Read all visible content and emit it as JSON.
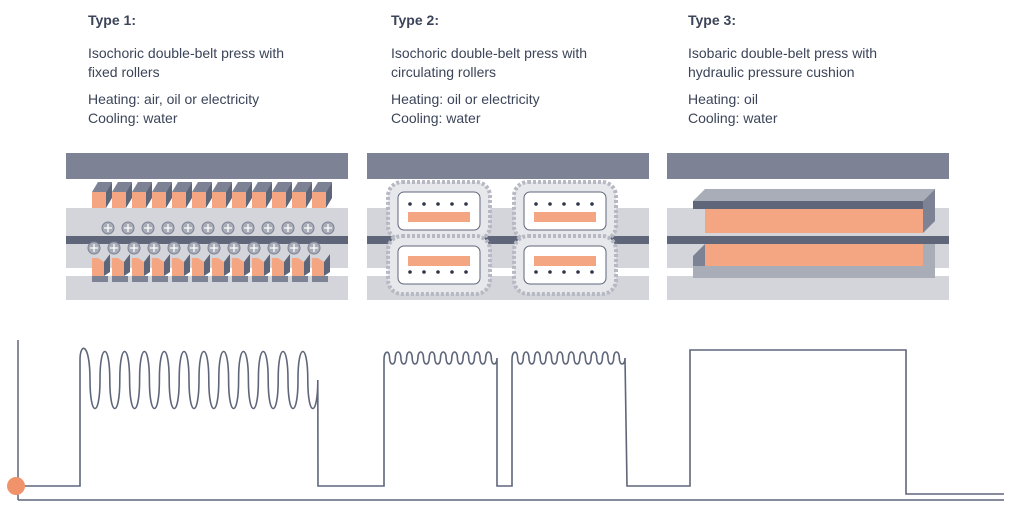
{
  "columns": [
    {
      "type": "Type 1:",
      "desc_line1": "Isochoric double-belt press with",
      "desc_line2": "fixed rollers",
      "heating": "Heating: air, oil or electricity",
      "cooling": "Cooling: water"
    },
    {
      "type": "Type 2:",
      "desc_line1": "Isochoric double-belt press with",
      "desc_line2": "circulating rollers",
      "heating": "Heating: oil or electricity",
      "cooling": "Cooling: water"
    },
    {
      "type": "Type 3:",
      "desc_line1": "Isobaric double-belt press with",
      "desc_line2": "hydraulic pressure cushion",
      "heating": "Heating: oil",
      "cooling": "Cooling: water"
    }
  ],
  "colors": {
    "text": "#3b4458",
    "frame": "#7d8294",
    "belt": "#d3d5db",
    "heater": "#f4a582",
    "roller": "#a9adb8",
    "marker": "#f0936a",
    "curve": "#5f667a"
  }
}
